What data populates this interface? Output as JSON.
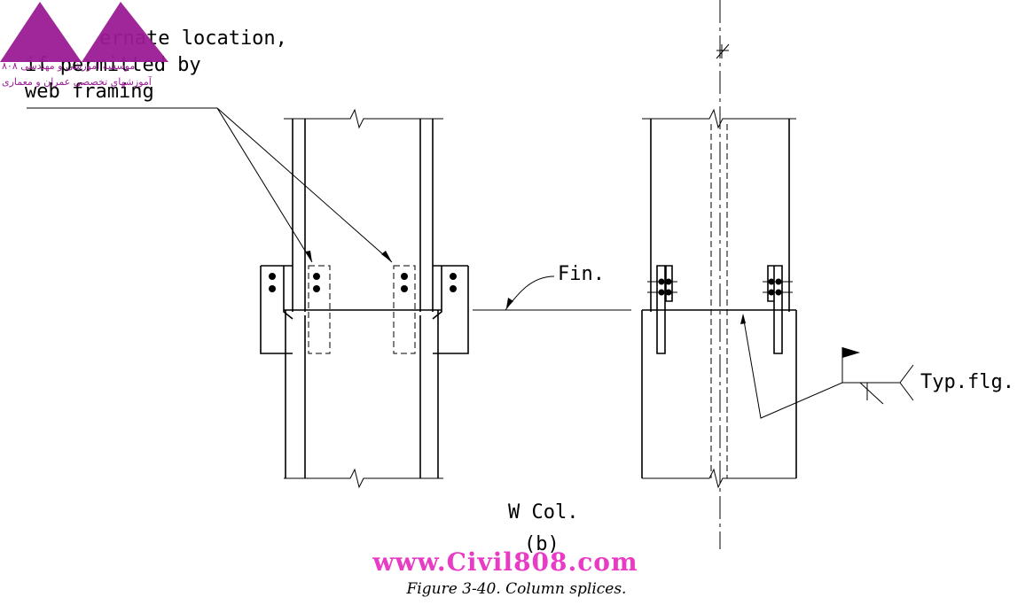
{
  "notes": {
    "note_line1": "ernate location,",
    "note_line2": "if permitted by",
    "note_line3": "web framing"
  },
  "labels": {
    "fin": "Fin.",
    "typ_flg": "Typ.flg.",
    "w_col": "W Col.",
    "sub_label": "(b)"
  },
  "caption": "Figure 3-40.  Column splices.",
  "watermark": {
    "url": "www.Civil808.com",
    "logo_line1": "موسسه آموزشی و مهندسی ۸۰۸",
    "logo_line2": "آموزشهای تخصصی عمران و معماری",
    "colors": {
      "logo": "#9b1b95",
      "url": "#e83cc4"
    }
  }
}
